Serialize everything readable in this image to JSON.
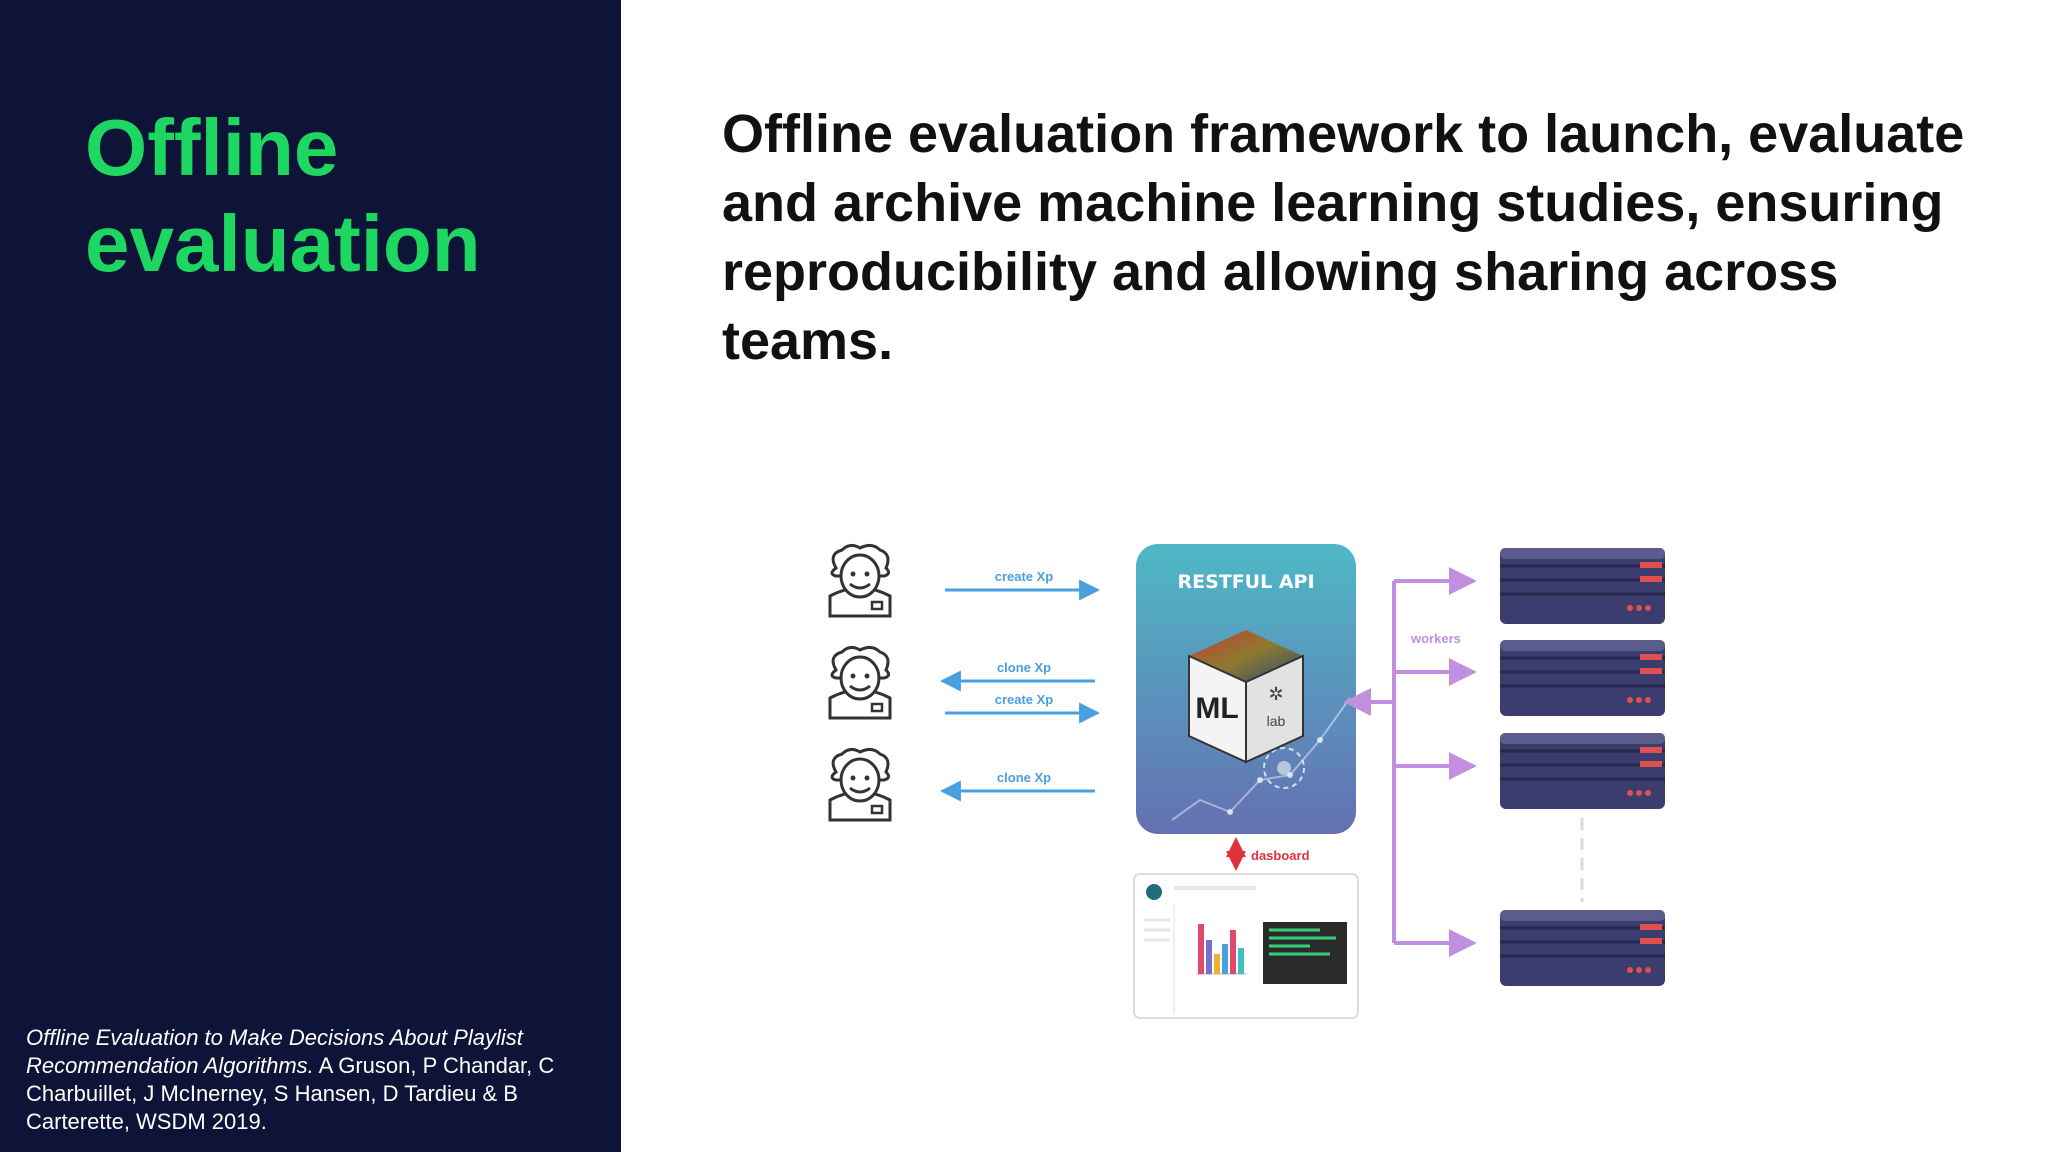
{
  "sidebar": {
    "title_line1": "Offline",
    "title_line2": "evaluation",
    "citation": {
      "title": "Offline Evaluation to Make Decisions About Playlist Recommendation Algorithms.",
      "authors": " A Gruson, P Chandar, C Charbuillet, J McInerney, S Hansen, D Tardieu &  B Carterette, WSDM 2019."
    }
  },
  "main": {
    "lead": "Offline evaluation framework to launch, evaluate and archive machine learning studies, ensuring reproducibility and allowing sharing across teams."
  },
  "diagram": {
    "arrows": [
      "create Xp",
      "clone Xp",
      "create Xp",
      "clone Xp"
    ],
    "api_title": "RESTFUL API",
    "ml_label": "ML",
    "lab_label": "lab",
    "dashboard_label": "dasboard",
    "workers_label": "workers"
  },
  "colors": {
    "sidebar_bg": "#0e1437",
    "accent_green": "#1ed760",
    "arrow_blue": "#4a9fe0",
    "worker_purple": "#c08fe0",
    "server": "#3b3d6e",
    "dashboard_red": "#e0323c"
  }
}
